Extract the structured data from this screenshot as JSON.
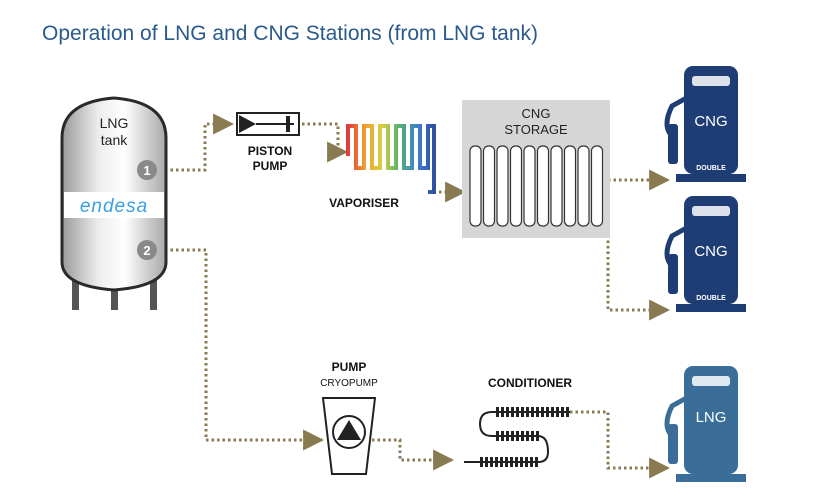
{
  "title": "Operation of LNG and CNG Stations (from LNG tank)",
  "tank": {
    "label_line1": "LNG",
    "label_line2": "tank",
    "brand": "endesa",
    "outlet1": "1",
    "outlet2": "2"
  },
  "piston_pump": {
    "line1": "PISTON",
    "line2": "PUMP"
  },
  "vaporiser": {
    "label": "VAPORISER"
  },
  "cng_storage": {
    "line1": "CNG",
    "line2": "STORAGE"
  },
  "cryopump": {
    "line1": "PUMP",
    "line2": "CRYOPUMP"
  },
  "conditioner": {
    "label": "CONDITIONER"
  },
  "dispensers": [
    {
      "fuel": "CNG",
      "sub": "DOUBLE"
    },
    {
      "fuel": "CNG",
      "sub": "DOUBLE"
    },
    {
      "fuel": "LNG",
      "sub": ""
    }
  ],
  "colors": {
    "title": "#2a5a8c",
    "dispenser_dark": "#1d3d74",
    "dispenser_light": "#3a6e99",
    "pipe": "#8a7a52",
    "storage_bg": "#d6d6d6"
  }
}
